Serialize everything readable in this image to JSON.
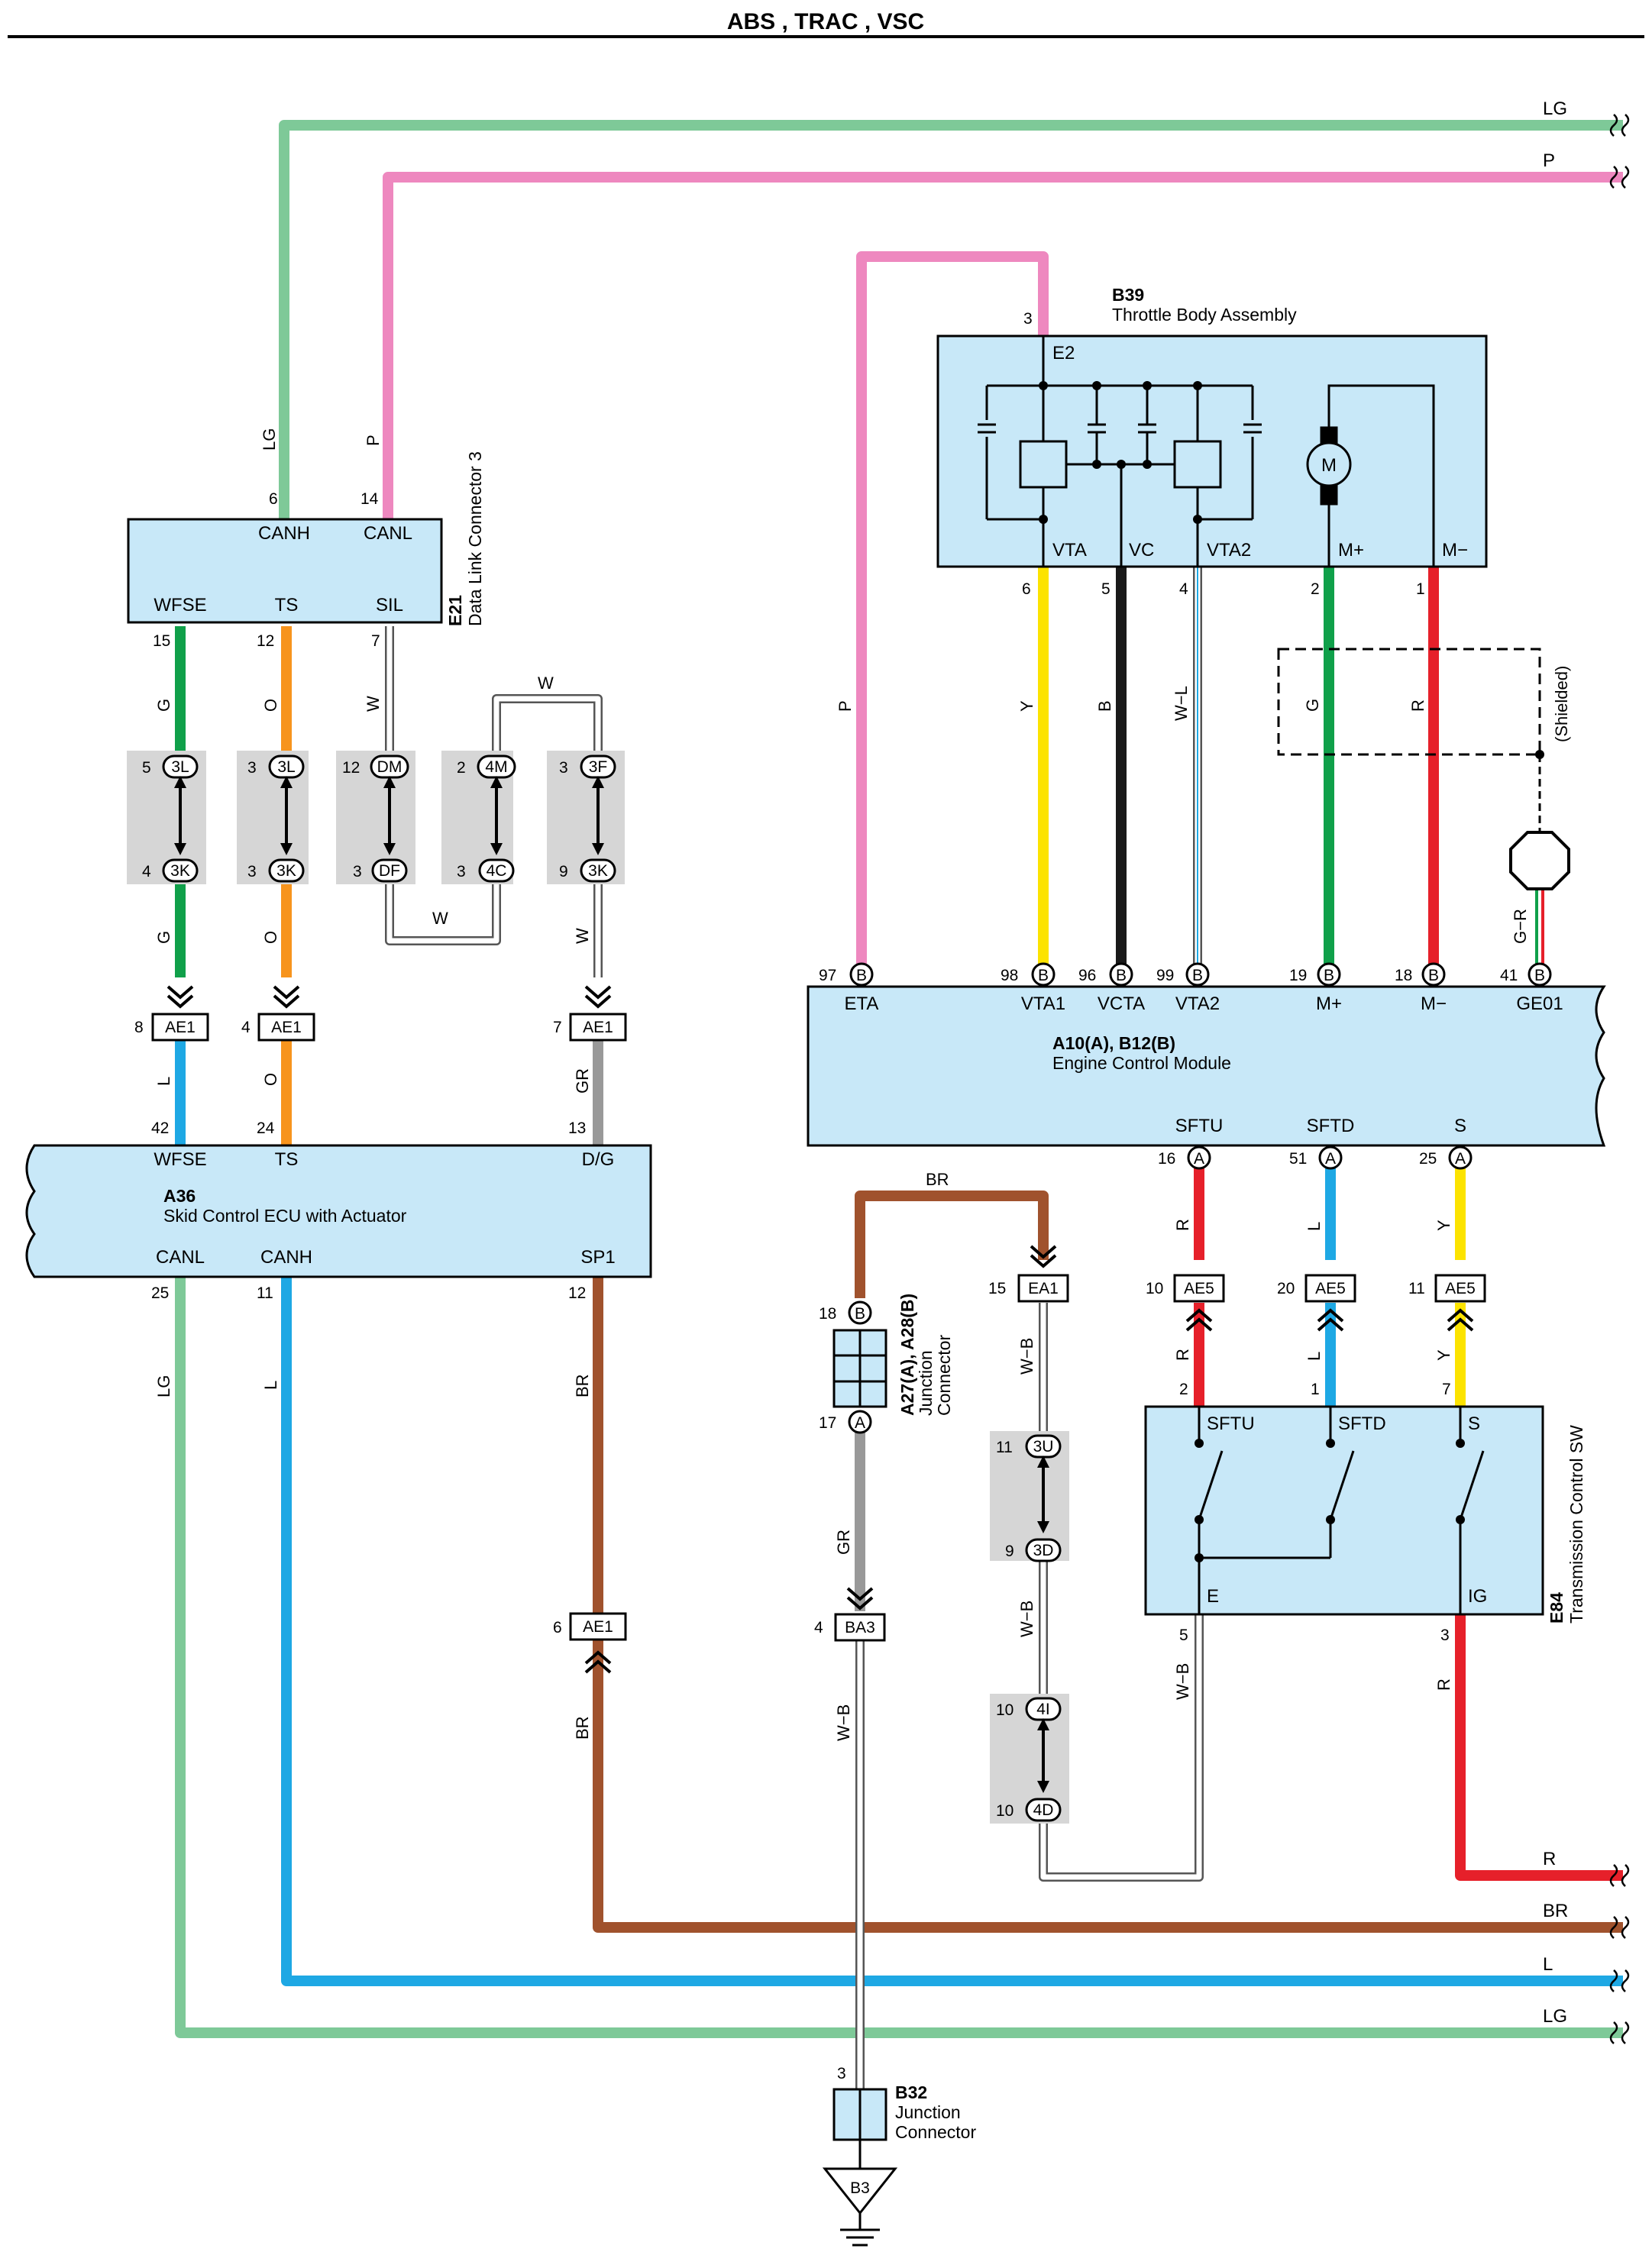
{
  "title": "ABS , TRAC , VSC",
  "colors": {
    "LG": "#7ec998",
    "P": "#ee88bf",
    "G": "#10a04a",
    "O": "#f7941d",
    "L": "#1ea8e4",
    "BR": "#a0522d",
    "R": "#e6202a",
    "Y": "#fce300",
    "B": "#1a1a1a",
    "GR": "#999999",
    "W": "#ffffff",
    "box": "#c8e8f8",
    "shade": "#d6d6d6"
  },
  "right_edge_labels": [
    "LG",
    "P",
    "R",
    "BR",
    "L",
    "LG"
  ],
  "components": {
    "e21": {
      "code": "E21",
      "name": "Data Link Connector 3",
      "pins": [
        "CANH",
        "CANL",
        "WFSE",
        "TS",
        "SIL"
      ],
      "pin_numbers": [
        "6",
        "14",
        "15",
        "12",
        "7"
      ]
    },
    "a36": {
      "code": "A36",
      "name": "Skid Control ECU with Actuator",
      "pins": [
        "WFSE",
        "TS",
        "D/G",
        "CANL",
        "CANH",
        "SP1"
      ],
      "pin_numbers": [
        "42",
        "24",
        "13",
        "25",
        "11",
        "12"
      ]
    },
    "b39": {
      "code": "B39",
      "name": "Throttle Body Assembly",
      "pins": [
        "E2",
        "VTA",
        "VC",
        "VTA2",
        "M+",
        "M−",
        "M"
      ],
      "pin_numbers": [
        "3",
        "6",
        "5",
        "4",
        "2",
        "1"
      ]
    },
    "ecm": {
      "code": "A10(A), B12(B)",
      "name": "Engine Control Module",
      "pins": [
        "ETA",
        "VTA1",
        "VCTA",
        "VTA2",
        "M+",
        "M−",
        "GE01",
        "SFTU",
        "SFTD",
        "S"
      ],
      "pin_numbers": [
        "97",
        "98",
        "96",
        "99",
        "19",
        "18",
        "41",
        "16",
        "51",
        "25"
      ],
      "conn_a": "A",
      "conn_b": "B"
    },
    "jc": {
      "code": "A27(A), A28(B)",
      "line2": "Junction",
      "line3": "Connector",
      "pin_numbers": [
        "18",
        "17"
      ],
      "conn_a": "A",
      "conn_b": "B"
    },
    "e84": {
      "code": "E84",
      "name": "Transmission Control SW",
      "pins": [
        "SFTU",
        "SFTD",
        "S",
        "E",
        "IG"
      ],
      "pin_numbers": [
        "2",
        "1",
        "7",
        "5",
        "3"
      ]
    },
    "b32": {
      "code": "B32",
      "line2": "Junction",
      "line3": "Connector",
      "pin_number": "3",
      "ground": "B3"
    }
  },
  "wire_labels": {
    "e21_lg": "LG",
    "e21_p": "P",
    "wfse_g1": "G",
    "ts_o1": "O",
    "sil_w": "W",
    "loop_w_top": "W",
    "loop_w_bottom": "W",
    "dg_w": "W",
    "wfse_g2": "G",
    "ts_o2": "O",
    "wfse_l": "L",
    "ts_o3": "O",
    "dg_gr": "GR",
    "a36_lg": "LG",
    "a36_l": "L",
    "a36_br": "BR",
    "a36_br2": "BR",
    "eta_p": "P",
    "vta_y": "Y",
    "vc_b": "B",
    "vta2_wl": "W−L",
    "mp_g": "G",
    "mm_r": "R",
    "shielded": "(Shielded)",
    "ge01_gr": "G−R",
    "sftu_r": "R",
    "sftd_l": "L",
    "s_y": "Y",
    "sftu_r2": "R",
    "sftd_l2": "L",
    "s_y2": "Y",
    "br_top": "BR",
    "jc_gr": "GR",
    "ba3_wb": "W−B",
    "ea1_wb": "W−B",
    "ea1_wb2": "W−B",
    "e84_wb": "W−B",
    "ig_r": "R"
  },
  "connectors": {
    "c1": {
      "top": "3L",
      "top_pin": "5",
      "bot": "3K",
      "bot_pin": "4"
    },
    "c2": {
      "top": "3L",
      "top_pin": "3",
      "bot": "3K",
      "bot_pin": "3"
    },
    "c3": {
      "top": "DM",
      "top_pin": "12",
      "bot": "DF",
      "bot_pin": "3"
    },
    "c4": {
      "top": "4M",
      "top_pin": "2",
      "bot": "4C",
      "bot_pin": "3"
    },
    "c5": {
      "top": "3F",
      "top_pin": "3",
      "bot": "3K",
      "bot_pin": "9"
    },
    "c6": {
      "top": "3U",
      "top_pin": "11",
      "bot": "3D",
      "bot_pin": "9"
    },
    "c7": {
      "top": "4I",
      "top_pin": "10",
      "bot": "4D",
      "bot_pin": "10"
    }
  },
  "terminals": {
    "ae1_wfse": {
      "name": "AE1",
      "pin": "8"
    },
    "ae1_ts": {
      "name": "AE1",
      "pin": "4"
    },
    "ae1_dg": {
      "name": "AE1",
      "pin": "7"
    },
    "ae1_sp1": {
      "name": "AE1",
      "pin": "6"
    },
    "ea1": {
      "name": "EA1",
      "pin": "15"
    },
    "ba3": {
      "name": "BA3",
      "pin": "4"
    },
    "ae5_sftu": {
      "name": "AE5",
      "pin": "10"
    },
    "ae5_sftd": {
      "name": "AE5",
      "pin": "20"
    },
    "ae5_s": {
      "name": "AE5",
      "pin": "11"
    }
  }
}
